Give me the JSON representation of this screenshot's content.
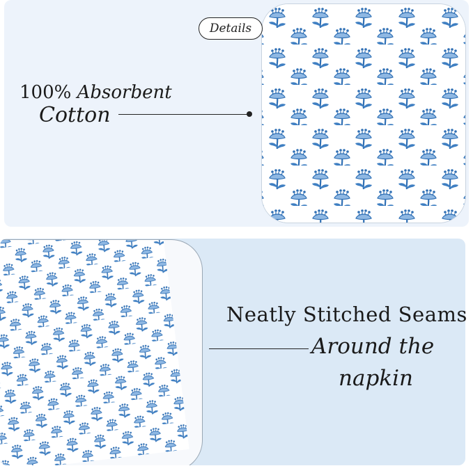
{
  "top_panel": {
    "badge_label": "Details",
    "label_line1_number": "100%",
    "label_line1_word": "Absorbent",
    "label_line2": "Cotton"
  },
  "bottom_panel": {
    "label_line1": "Neatly Stitched Seams",
    "label_line2": "Around the",
    "label_line3": "napkin"
  },
  "colors": {
    "top_background": "#edf3fb",
    "bottom_background": "#dbe9f6",
    "print_blue": "#3f7fc2",
    "print_light_blue": "#8fb8e3",
    "text": "#1a1a1a"
  },
  "icons": [
    "floral-block-print-motif"
  ]
}
